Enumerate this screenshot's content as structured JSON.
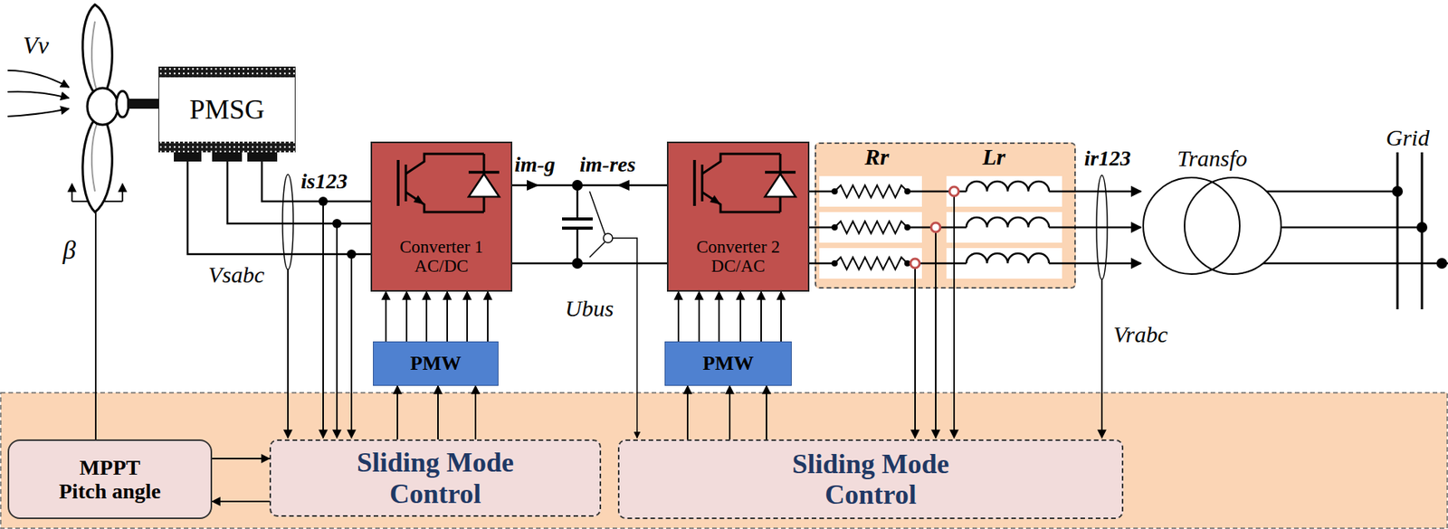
{
  "diagram": {
    "nodes": [
      {
        "text": [
          "PMSG"
        ]
      },
      {
        "text": [
          "Converter 1 AC/DC"
        ]
      },
      {
        "text": [
          "Converter 2 DC/AC"
        ]
      },
      {
        "text": [
          "Rr",
          "Lr"
        ]
      },
      {
        "text": [
          "Transfo"
        ]
      },
      {
        "text": [
          "PMW"
        ]
      },
      {
        "text": [
          "PMW"
        ]
      },
      {
        "text": [
          "MPPT Pitch angle"
        ]
      },
      {
        "text": [
          "Sliding Mode Control"
        ]
      },
      {
        "text": [
          "Sliding Mode Control"
        ]
      }
    ],
    "edges": [
      {
        "from": 0,
        "to": 1,
        "arrow": "none"
      },
      {
        "from": 0,
        "to": 1,
        "arrow": "none"
      },
      {
        "from": 0,
        "to": 1,
        "arrow": "none"
      },
      {
        "from": 1,
        "to": 2,
        "arrow": "none"
      },
      {
        "from": 1,
        "to": 2,
        "arrow": "none"
      },
      {
        "from": 2,
        "to": 3,
        "arrow": "none"
      },
      {
        "from": 2,
        "to": 3,
        "arrow": "none"
      },
      {
        "from": 2,
        "to": 3,
        "arrow": "none"
      },
      {
        "from": 3,
        "to": 4,
        "arrow": "to"
      },
      {
        "from": 3,
        "to": 4,
        "arrow": "to"
      },
      {
        "from": 3,
        "to": 4,
        "arrow": "to"
      },
      {
        "from": 5,
        "to": 1,
        "arrow": "to"
      },
      {
        "from": 5,
        "to": 1,
        "arrow": "to"
      },
      {
        "from": 5,
        "to": 1,
        "arrow": "to"
      },
      {
        "from": 5,
        "to": 1,
        "arrow": "to"
      },
      {
        "from": 5,
        "to": 1,
        "arrow": "to"
      },
      {
        "from": 5,
        "to": 1,
        "arrow": "to"
      },
      {
        "from": 6,
        "to": 2,
        "arrow": "to"
      },
      {
        "from": 6,
        "to": 2,
        "arrow": "to"
      },
      {
        "from": 6,
        "to": 2,
        "arrow": "to"
      },
      {
        "from": 6,
        "to": 2,
        "arrow": "to"
      },
      {
        "from": 6,
        "to": 2,
        "arrow": "to"
      },
      {
        "from": 6,
        "to": 2,
        "arrow": "to"
      },
      {
        "from": 8,
        "to": 5,
        "arrow": "to"
      },
      {
        "from": 8,
        "to": 5,
        "arrow": "to"
      },
      {
        "from": 8,
        "to": 5,
        "arrow": "to"
      },
      {
        "from": 9,
        "to": 6,
        "arrow": "to"
      },
      {
        "from": 9,
        "to": 6,
        "arrow": "to"
      },
      {
        "from": 9,
        "to": 6,
        "arrow": "to"
      },
      {
        "from": 7,
        "to": 8,
        "arrow": "to"
      },
      {
        "from": 8,
        "to": 7,
        "arrow": "to"
      }
    ],
    "labels": [
      "Vv",
      "β",
      "is123",
      "Vsabc",
      "im-g",
      "im-res",
      "Ubus",
      "ir123",
      "Vrabc",
      "Grid"
    ]
  }
}
